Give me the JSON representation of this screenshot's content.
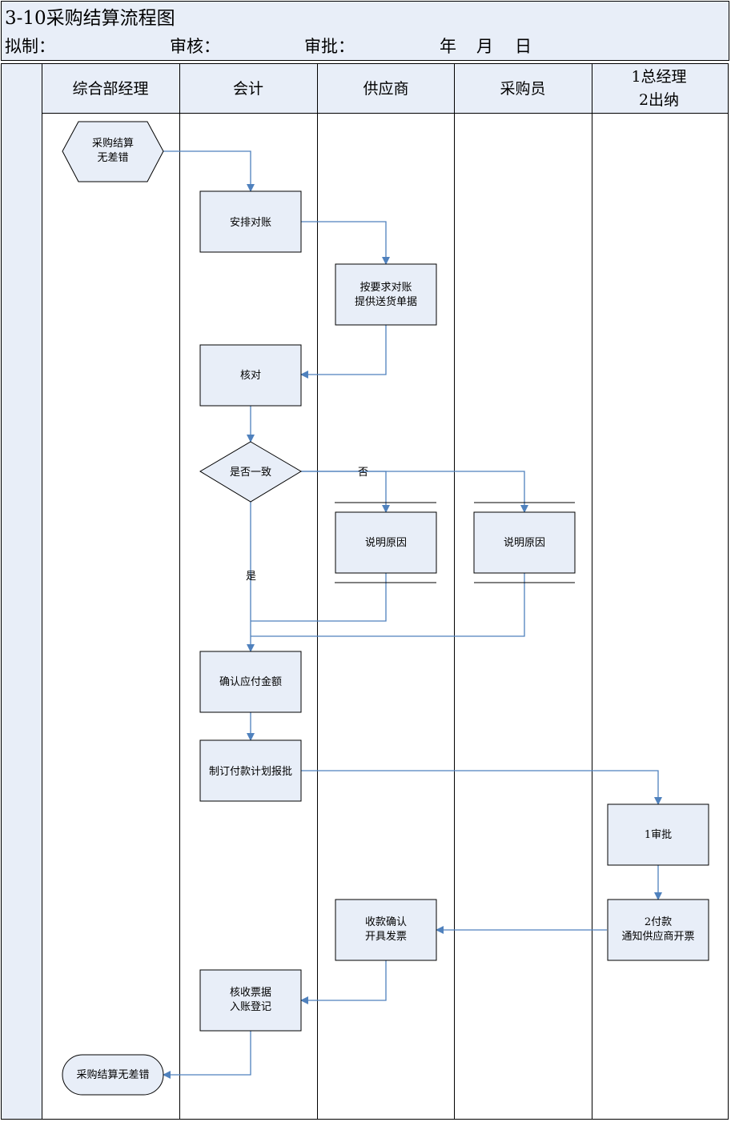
{
  "header": {
    "title": "3-10采购结算流程图",
    "drafted_label": "拟制：",
    "reviewed_label": "审核：",
    "approved_label": "审批：",
    "year_label": "年",
    "month_label": "月",
    "day_label": "日"
  },
  "lanes": [
    {
      "line1": "综合部经理",
      "line2": ""
    },
    {
      "line1": "会计",
      "line2": ""
    },
    {
      "line1": "供应商",
      "line2": ""
    },
    {
      "line1": "采购员",
      "line2": ""
    },
    {
      "line1": "1总经理",
      "line2": "2出纳"
    }
  ],
  "nodes": {
    "start": {
      "line1": "采购结算",
      "line2": "无差错"
    },
    "arrange_reconcile": {
      "line1": "安排对账",
      "line2": ""
    },
    "supplier_provide": {
      "line1": "按要求对账",
      "line2": "提供送货单据"
    },
    "check": {
      "line1": "核对",
      "line2": ""
    },
    "consistent": {
      "line1": "是否一致",
      "line2": ""
    },
    "supplier_explain": {
      "line1": "说明原因",
      "line2": ""
    },
    "buyer_explain": {
      "line1": "说明原因",
      "line2": ""
    },
    "confirm_payable": {
      "line1": "确认应付金额",
      "line2": ""
    },
    "payment_plan": {
      "line1": "制订付款计划报批",
      "line2": ""
    },
    "approve": {
      "line1": "1审批",
      "line2": ""
    },
    "pay": {
      "line1": "2付款",
      "line2": "通知供应商开票"
    },
    "receipt_invoice": {
      "line1": "收款确认",
      "line2": "开具发票"
    },
    "verify_receipt": {
      "line1": "核收票据",
      "line2": "入账登记"
    },
    "end": {
      "line1": "采购结算无差错",
      "line2": ""
    }
  },
  "labels": {
    "no": "否",
    "yes": "是"
  },
  "colors": {
    "header_fill": "#e8eef8",
    "node_fill": "#e8eef8",
    "connector": "#4f81bd",
    "border": "#000000"
  }
}
